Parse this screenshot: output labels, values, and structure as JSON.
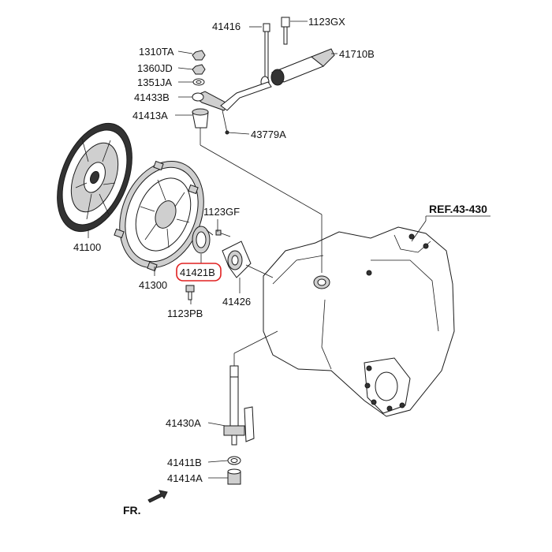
{
  "diagram": {
    "reference_label": "REF.43-430",
    "front_label": "FR.",
    "highlight_color": "#e02020",
    "highlighted_part": "41421B",
    "parts": {
      "p41416": "41416",
      "p1123GX": "1123GX",
      "p41710B": "41710B",
      "p1310TA": "1310TA",
      "p1360JD": "1360JD",
      "p1351JA": "1351JA",
      "p41433B": "41433B",
      "p41413A": "41413A",
      "p43779A": "43779A",
      "p41100": "41100",
      "p41300": "41300",
      "p1123GF": "1123GF",
      "p41421B": "41421B",
      "p41426": "41426",
      "p1123PB": "1123PB",
      "p41430A": "41430A",
      "p41411B": "41411B",
      "p41414A": "41414A"
    }
  }
}
